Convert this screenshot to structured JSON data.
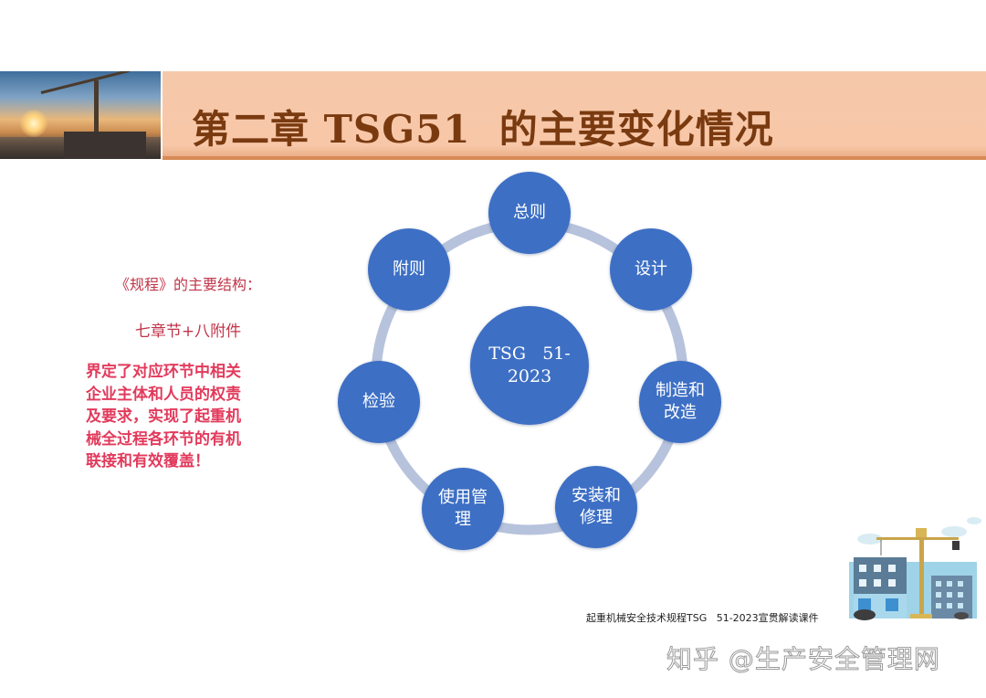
{
  "header": {
    "title": "第二章 TSG51  的主要变化情况",
    "photo": "construction-crane-sunset-photo",
    "bar_color": "#f7c7a8",
    "title_color": "#7a3a10"
  },
  "left_panel": {
    "heading": "《规程》的主要结构：",
    "subheading": "七章节+八附件",
    "body_lines": [
      "界定了对应环节中相关",
      "企业主体和人员的权责",
      "及要求，实现了起重机",
      "械全过程各环节的有机",
      "联接和有效覆盖！"
    ],
    "text_color": "#e23a5c"
  },
  "diagram": {
    "center": {
      "line1": "TSG   51-",
      "line2": "2023"
    },
    "nodes": [
      {
        "id": "general",
        "line1": "总则",
        "line2": ""
      },
      {
        "id": "design",
        "line1": "设计",
        "line2": ""
      },
      {
        "id": "manufacture",
        "line1": "制造和",
        "line2": "改造"
      },
      {
        "id": "install",
        "line1": "安装和",
        "line2": "修理"
      },
      {
        "id": "usage",
        "line1": "使用管",
        "line2": "理"
      },
      {
        "id": "inspection",
        "line1": "检验",
        "line2": ""
      },
      {
        "id": "appendix",
        "line1": "附则",
        "line2": ""
      }
    ],
    "node_color": "#3d6fc4",
    "ring_color": "#b7c3dc"
  },
  "footer": {
    "caption": "起重机械安全技术规程TSG   51-2023宣贯解读课件",
    "watermark": "知乎 @生产安全管理网",
    "illustration": "city-construction-crane-illustration"
  }
}
